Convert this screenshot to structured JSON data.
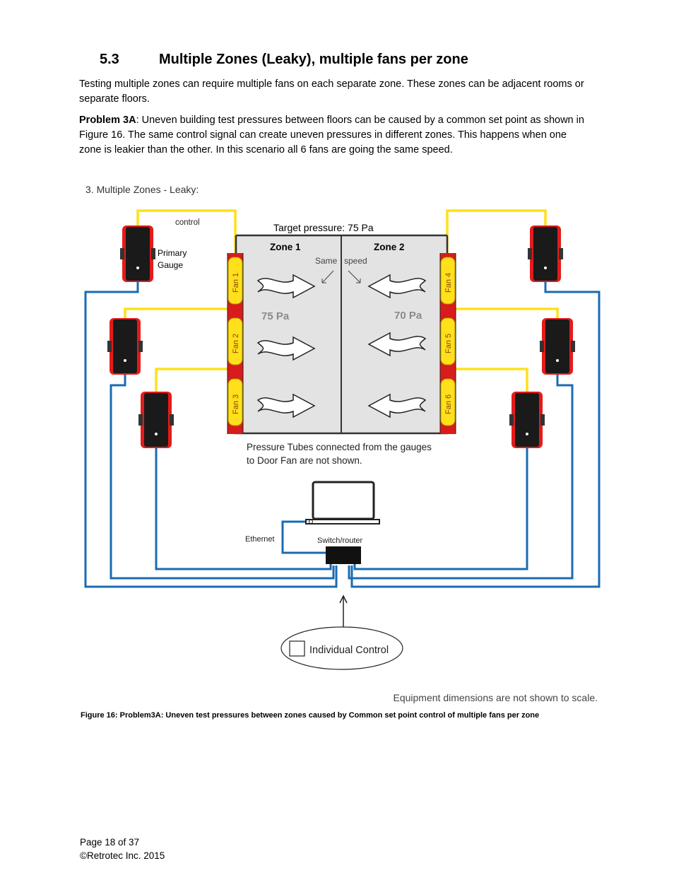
{
  "section": {
    "number": "5.3",
    "title": "Multiple Zones (Leaky), multiple fans per zone"
  },
  "intro": "Testing multiple zones can require multiple fans on each separate zone.  These zones can be adjacent rooms or separate floors.",
  "problem": {
    "label": "Problem 3A",
    "text": ":  Uneven building test pressures between floors can be caused by a common set point as shown in Figure 16.  The same control signal can create uneven pressures in different zones.  This happens when one zone is leakier than the other.  In this scenario all 6 fans are going the same speed."
  },
  "figure": {
    "title": "3. Multiple Zones - Leaky:",
    "control_label": "control",
    "primary_gauge": [
      "Primary",
      "Gauge"
    ],
    "target_pressure": "Target pressure: 75 Pa",
    "zone1": "Zone 1",
    "zone2": "Zone 2",
    "same": "Same",
    "speed": "speed",
    "zone1_pressure": "75 Pa",
    "zone2_pressure": "70 Pa",
    "fans": [
      "Fan 1",
      "Fan 2",
      "Fan 3",
      "Fan 4",
      "Fan 5",
      "Fan 6"
    ],
    "tubes_note": [
      "Pressure Tubes connected from the gauges",
      "to Door Fan are not shown."
    ],
    "ethernet": "Ethernet",
    "switch": "Switch/router",
    "individual_control": "Individual Control",
    "scale_note": "Equipment dimensions are not shown to scale.",
    "colors": {
      "control_wire": "#ffe01a",
      "ethernet_wire": "#1a6bb3",
      "gauge_red": "#e31b1b",
      "fan_yellow": "#ffe01a",
      "zone_fill": "#e3e3e3"
    }
  },
  "caption": "Figure 16:  Problem3A:  Uneven test pressures between zones caused by Common set point control of multiple fans per zone",
  "footer": {
    "page": "Page 18 of 37",
    "copyright": "©Retrotec Inc. 2015"
  }
}
